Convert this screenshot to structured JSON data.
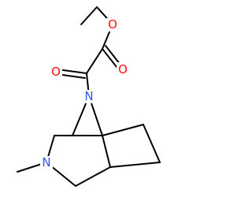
{
  "molecule": {
    "atoms": [
      {
        "id": "o_ester",
        "symbol": "O",
        "color": "#ff0d0d"
      },
      {
        "id": "o_ester_carbonyl",
        "symbol": "O",
        "color": "#ff0d0d"
      },
      {
        "id": "o_keto",
        "symbol": "O",
        "color": "#ff0d0d"
      },
      {
        "id": "n_bridge",
        "symbol": "N",
        "color": "#3050f8"
      },
      {
        "id": "n_ring",
        "symbol": "N",
        "color": "#3050f8"
      }
    ],
    "bond_color": "#000000"
  }
}
